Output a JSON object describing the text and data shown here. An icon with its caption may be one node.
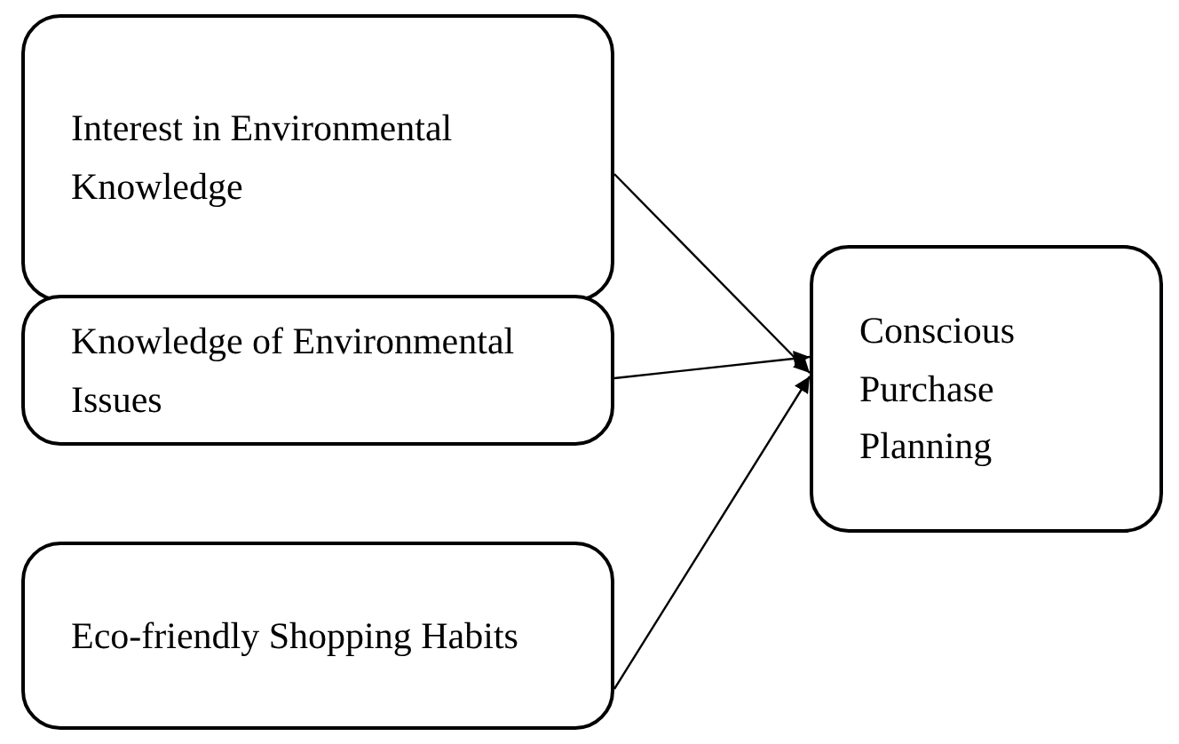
{
  "diagram": {
    "nodes": [
      {
        "text": [
          "Interest in Environmental Knowledge"
        ]
      },
      {
        "text": [
          "Knowledge of Environmental Issues"
        ]
      },
      {
        "text": [
          "Eco-friendly Shopping Habits"
        ]
      },
      {
        "text": [
          "Conscious Purchase Planning"
        ]
      }
    ],
    "edges": [
      {
        "from": 0,
        "to": 3,
        "arrow": "to"
      },
      {
        "from": 1,
        "to": 3,
        "arrow": "to"
      },
      {
        "from": 2,
        "to": 3,
        "arrow": "to"
      }
    ]
  }
}
